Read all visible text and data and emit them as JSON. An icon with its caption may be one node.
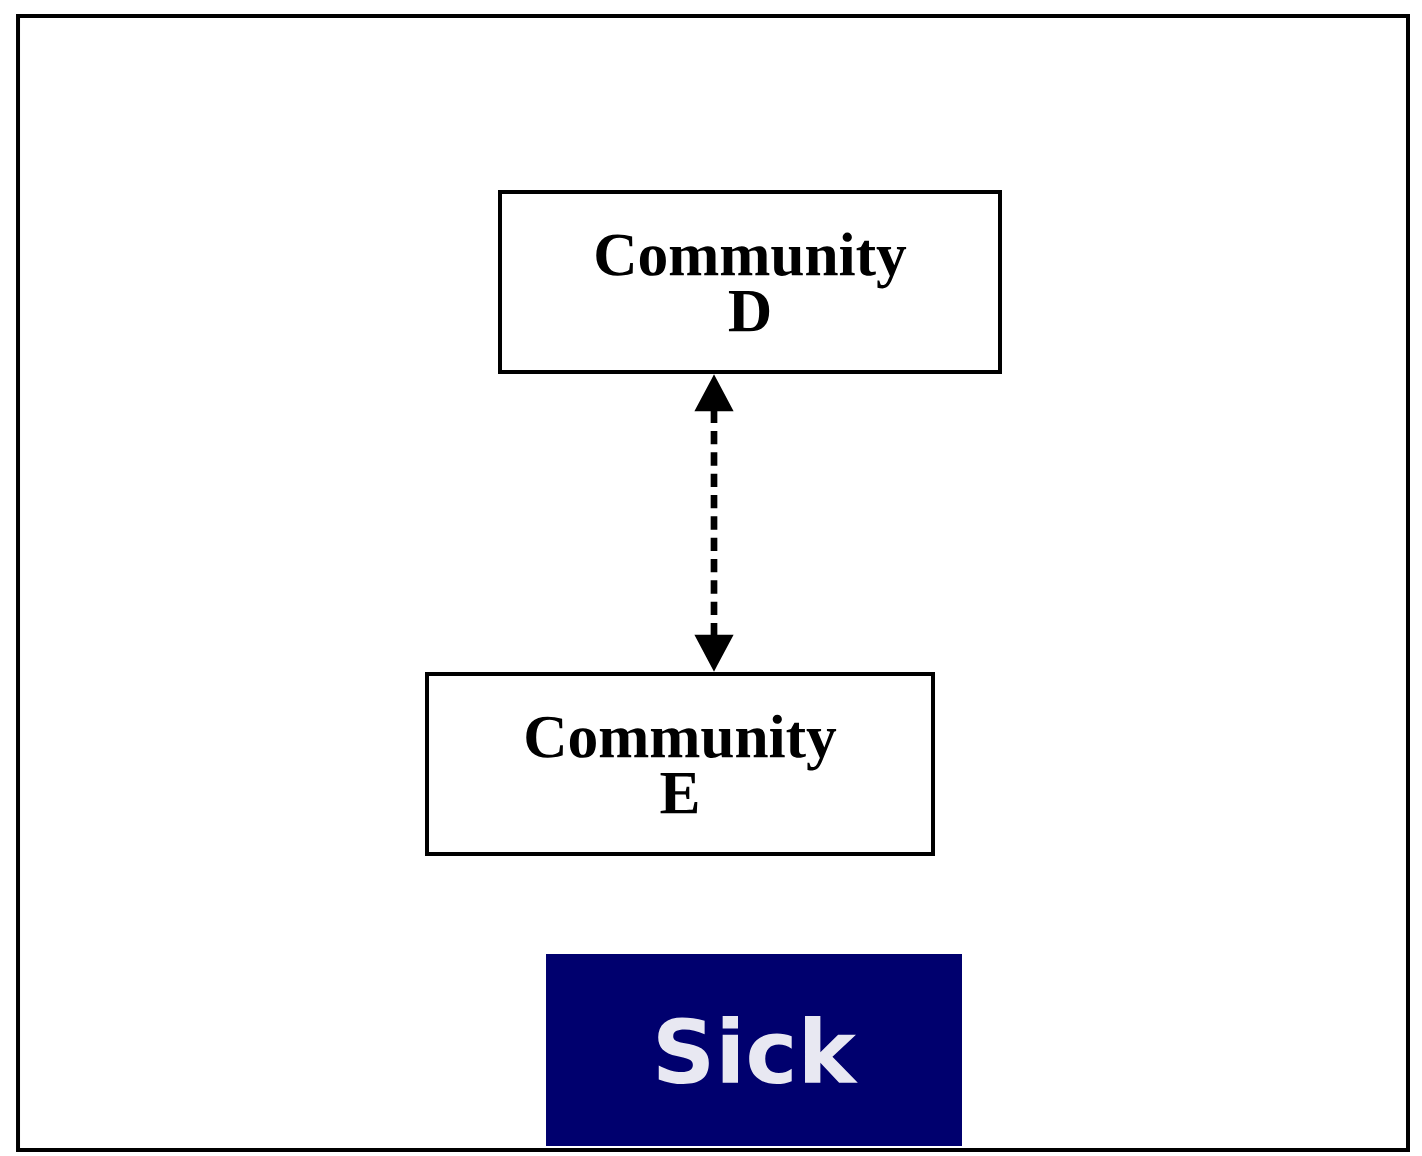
{
  "diagram": {
    "nodes": [
      {
        "text": [
          "Community D"
        ]
      },
      {
        "text": [
          "Community E"
        ]
      },
      {
        "text": [
          "Sick"
        ]
      }
    ],
    "edges": [
      {
        "from": 0,
        "to": 1,
        "arrow": "both",
        "style": "dashed"
      }
    ]
  }
}
